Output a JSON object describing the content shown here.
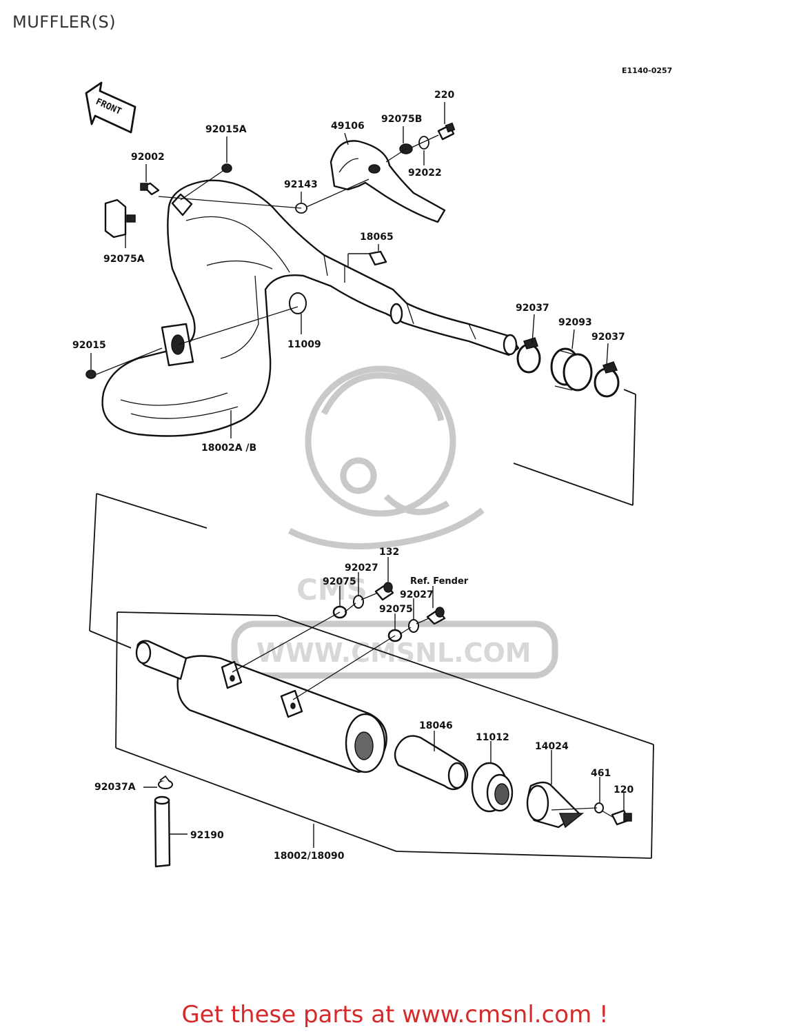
{
  "page": {
    "title": "MUFFLER(S)",
    "call_to_action": "Get these parts at www.cmsnl.com !"
  },
  "diagram": {
    "code": "E1140-0257",
    "front_arrow_label": "FRONT",
    "reference_note": "Ref. Fender",
    "parts": [
      {
        "id": "p220",
        "label": "220"
      },
      {
        "id": "p49106",
        "label": "49106"
      },
      {
        "id": "p92075B",
        "label": "92075B"
      },
      {
        "id": "p92022",
        "label": "92022"
      },
      {
        "id": "p92015A",
        "label": "92015A"
      },
      {
        "id": "p92002",
        "label": "92002"
      },
      {
        "id": "p92143",
        "label": "92143"
      },
      {
        "id": "p92075A",
        "label": "92075A"
      },
      {
        "id": "p18065",
        "label": "18065"
      },
      {
        "id": "p92037a",
        "label": "92037"
      },
      {
        "id": "p92093",
        "label": "92093"
      },
      {
        "id": "p92037b",
        "label": "92037"
      },
      {
        "id": "p92015",
        "label": "92015"
      },
      {
        "id": "p11009",
        "label": "11009"
      },
      {
        "id": "p18002AB",
        "label": "18002A /B"
      },
      {
        "id": "p132",
        "label": "132"
      },
      {
        "id": "p92027a",
        "label": "92027"
      },
      {
        "id": "p92075c",
        "label": "92075"
      },
      {
        "id": "p92027b",
        "label": "92027"
      },
      {
        "id": "p92075d",
        "label": "92075"
      },
      {
        "id": "p18046",
        "label": "18046"
      },
      {
        "id": "p11012",
        "label": "11012"
      },
      {
        "id": "p14024",
        "label": "14024"
      },
      {
        "id": "p461",
        "label": "461"
      },
      {
        "id": "p120",
        "label": "120"
      },
      {
        "id": "p92037A",
        "label": "92037A"
      },
      {
        "id": "p92190",
        "label": "92190"
      },
      {
        "id": "p18002_18090",
        "label": "18002/18090"
      }
    ],
    "watermark": {
      "text": "WWW.CMSNL.COM",
      "logo_text": "CMS"
    }
  },
  "colors": {
    "title": "#333333",
    "call_to_action": "#d42a2a",
    "line_art": "#111111",
    "watermark": "#c9c9c9"
  }
}
